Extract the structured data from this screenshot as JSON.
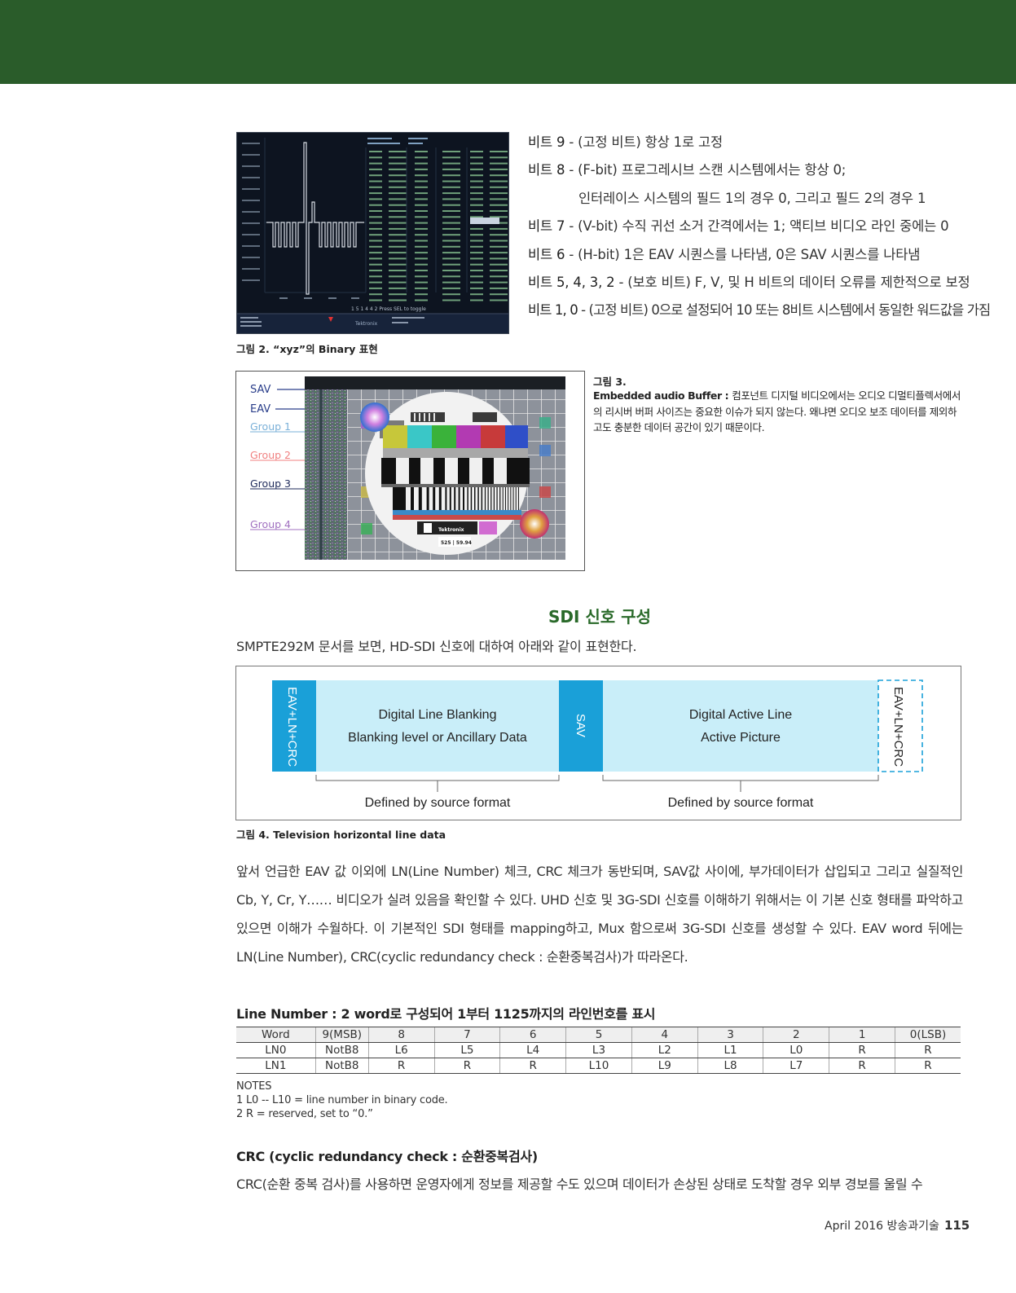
{
  "colors": {
    "band": "#2a5c2a",
    "title_green": "#2a6a2a",
    "sdi_blue": "#1aa0d8",
    "sdi_light": "#c9eef9"
  },
  "figure2": {
    "caption": "그림 2. “xyz”의 Binary 표현",
    "readout": "1 5 1 4 4 2   Press SEL to toggle",
    "brand": "Tektronix"
  },
  "bits": [
    {
      "label": "비트 9",
      "text": " - (고정 비트) 항상 1로 고정"
    },
    {
      "label": "비트 8",
      "text": " - (F-bit) 프로그레시브 스캔 시스템에서는 항상 0;"
    },
    {
      "label": "",
      "text": "인터레이스 시스템의 필드 1의 경우 0, 그리고 필드 2의 경우 1"
    },
    {
      "label": "비트 7",
      "text": " - (V-bit) 수직 귀선 소거 간격에서는 1; 액티브 비디오 라인 중에는 0"
    },
    {
      "label": "비트 6",
      "text": " - (H-bit) 1은 EAV 시퀀스를 나타냄, 0은 SAV 시퀀스를 나타냄"
    },
    {
      "label": "비트 5, 4, 3, 2",
      "text": " - (보호 비트) F, V, 및 H 비트의 데이터 오류를 제한적으로 보정"
    },
    {
      "label": "비트 1, 0",
      "text": " - (고정 비트) 0으로 설정되어 10 또는 8비트 시스템에서 동일한 워드값을 가짐"
    }
  ],
  "figure3": {
    "labels": [
      "SAV",
      "EAV",
      "Group 1",
      "Group 2",
      "Group 3",
      "Group 4"
    ],
    "brand": "Tektronix",
    "badge": "525 | 59.94",
    "caption_head": "그림 3.",
    "caption_term": "Embedded audio Buffer : ",
    "caption_body": "컴포넌트 디지털 비디오에서는 오디오 디멀티플렉서에서의 리시버 버퍼 사이즈는 중요한 이슈가 되지 않는다. 왜냐면 오디오 보조 데이터를 제외하고도 충분한 데이터 공간이 있기 때문이다."
  },
  "section": {
    "title": "SDI 신호 구성",
    "intro": "SMPTE292M 문서를 보면, HD-SDI 신호에 대하여 아래와 같이 표현한다."
  },
  "figure4": {
    "eav_left": "EAV+LN+CRC",
    "blanking_line1": "Digital Line Blanking",
    "blanking_line2": "Blanking level or Ancillary Data",
    "sav": "SAV",
    "active_line1": "Digital Active Line",
    "active_line2": "Active Picture",
    "eav_right": "EAV+LN+CRC",
    "defined_left": "Defined by source format",
    "defined_right": "Defined by source format",
    "caption": "그림 4. Television horizontal line data"
  },
  "paragraph": "앞서 언급한 EAV 값 이외에 LN(Line Number) 체크, CRC 체크가 동반되며, SAV값 사이에, 부가데이터가 삽입되고 그리고 실질적인 Cb, Y, Cr, Y…… 비디오가 실려 있음을 확인할 수 있다. UHD 신호 및 3G-SDI 신호를 이해하기 위해서는 이 기본 신호 형태를 파악하고 있으면 이해가 수월하다. 이 기본적인 SDI 형태를 mapping하고, Mux 함으로써 3G-SDI 신호를 생성할 수 있다. EAV word 뒤에는 LN(Line Number), CRC(cyclic redundancy check : 순환중복검사)가 따라온다.",
  "line_number": {
    "title": "Line Number : 2 word로 구성되어 1부터 1125까지의 라인번호를 표시",
    "rows": [
      [
        "Word",
        "9(MSB)",
        "8",
        "7",
        "6",
        "5",
        "4",
        "3",
        "2",
        "1",
        "0(LSB)"
      ],
      [
        "LN0",
        "NotB8",
        "L6",
        "L5",
        "L4",
        "L3",
        "L2",
        "L1",
        "L0",
        "R",
        "R"
      ],
      [
        "LN1",
        "NotB8",
        "R",
        "R",
        "R",
        "L10",
        "L9",
        "L8",
        "L7",
        "R",
        "R"
      ]
    ],
    "notes": [
      "NOTES",
      "1 L0 -- L10 = line number in binary code.",
      "2 R = reserved, set to “0.”"
    ]
  },
  "crc": {
    "title": "CRC (cyclic redundancy check : 순환중복검사)",
    "text": "CRC(순환 중복 검사)를 사용하면 운영자에게 정보를 제공할 수도 있으며 데이터가 손상된 상태로 도착할 경우 외부 경보를 울릴 수"
  },
  "footer": {
    "text": "April 2016 방송과기술",
    "page": "115"
  }
}
